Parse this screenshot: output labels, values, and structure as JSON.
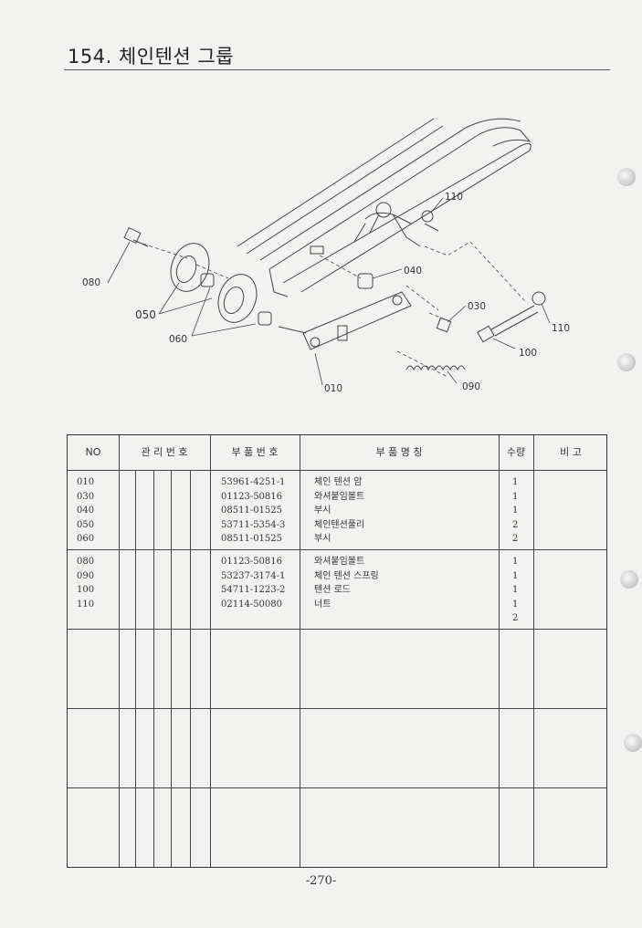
{
  "page": {
    "title": "154. 체인텐션 그룹",
    "page_number": "-270-"
  },
  "diagram": {
    "callouts": {
      "c010": "010",
      "c030": "030",
      "c040": "040",
      "c050": "050",
      "c060": "060",
      "c080": "080",
      "c090": "090",
      "c100": "100",
      "c110a": "110",
      "c110b": "110"
    }
  },
  "table": {
    "headers": {
      "no": "NO",
      "mgmt": "관 리 번 호",
      "part_no": "부 품 번 호",
      "name": "부   품   명   칭",
      "qty": "수량",
      "remarks": "비 고"
    },
    "group1": [
      {
        "no": "010",
        "part_no": "53961-4251-1",
        "name": "체인 텐션 암",
        "qty": "1"
      },
      {
        "no": "030",
        "part_no": "01123-50816",
        "name": "와셔붙임볼트",
        "qty": "1"
      },
      {
        "no": "040",
        "part_no": "08511-01525",
        "name": "부시",
        "qty": "1"
      },
      {
        "no": "050",
        "part_no": "53711-5354-3",
        "name": "체인텐션풀리",
        "qty": "2"
      },
      {
        "no": "060",
        "part_no": "08511-01525",
        "name": "부시",
        "qty": "2"
      }
    ],
    "group2": [
      {
        "no": "080",
        "part_no": "01123-50816",
        "name": "와셔붙임볼트",
        "qty": "1"
      },
      {
        "no": "090",
        "part_no": "53237-3174-1",
        "name": "체인 텐션 스프링",
        "qty": "1"
      },
      {
        "no": "100",
        "part_no": "54711-1223-2",
        "name": "텐션 로드",
        "qty": "1"
      },
      {
        "no": "110",
        "part_no": "02114-50080",
        "name": "너트",
        "qty": "1"
      },
      {
        "no": "",
        "part_no": "",
        "name": "",
        "qty": "2"
      }
    ]
  }
}
